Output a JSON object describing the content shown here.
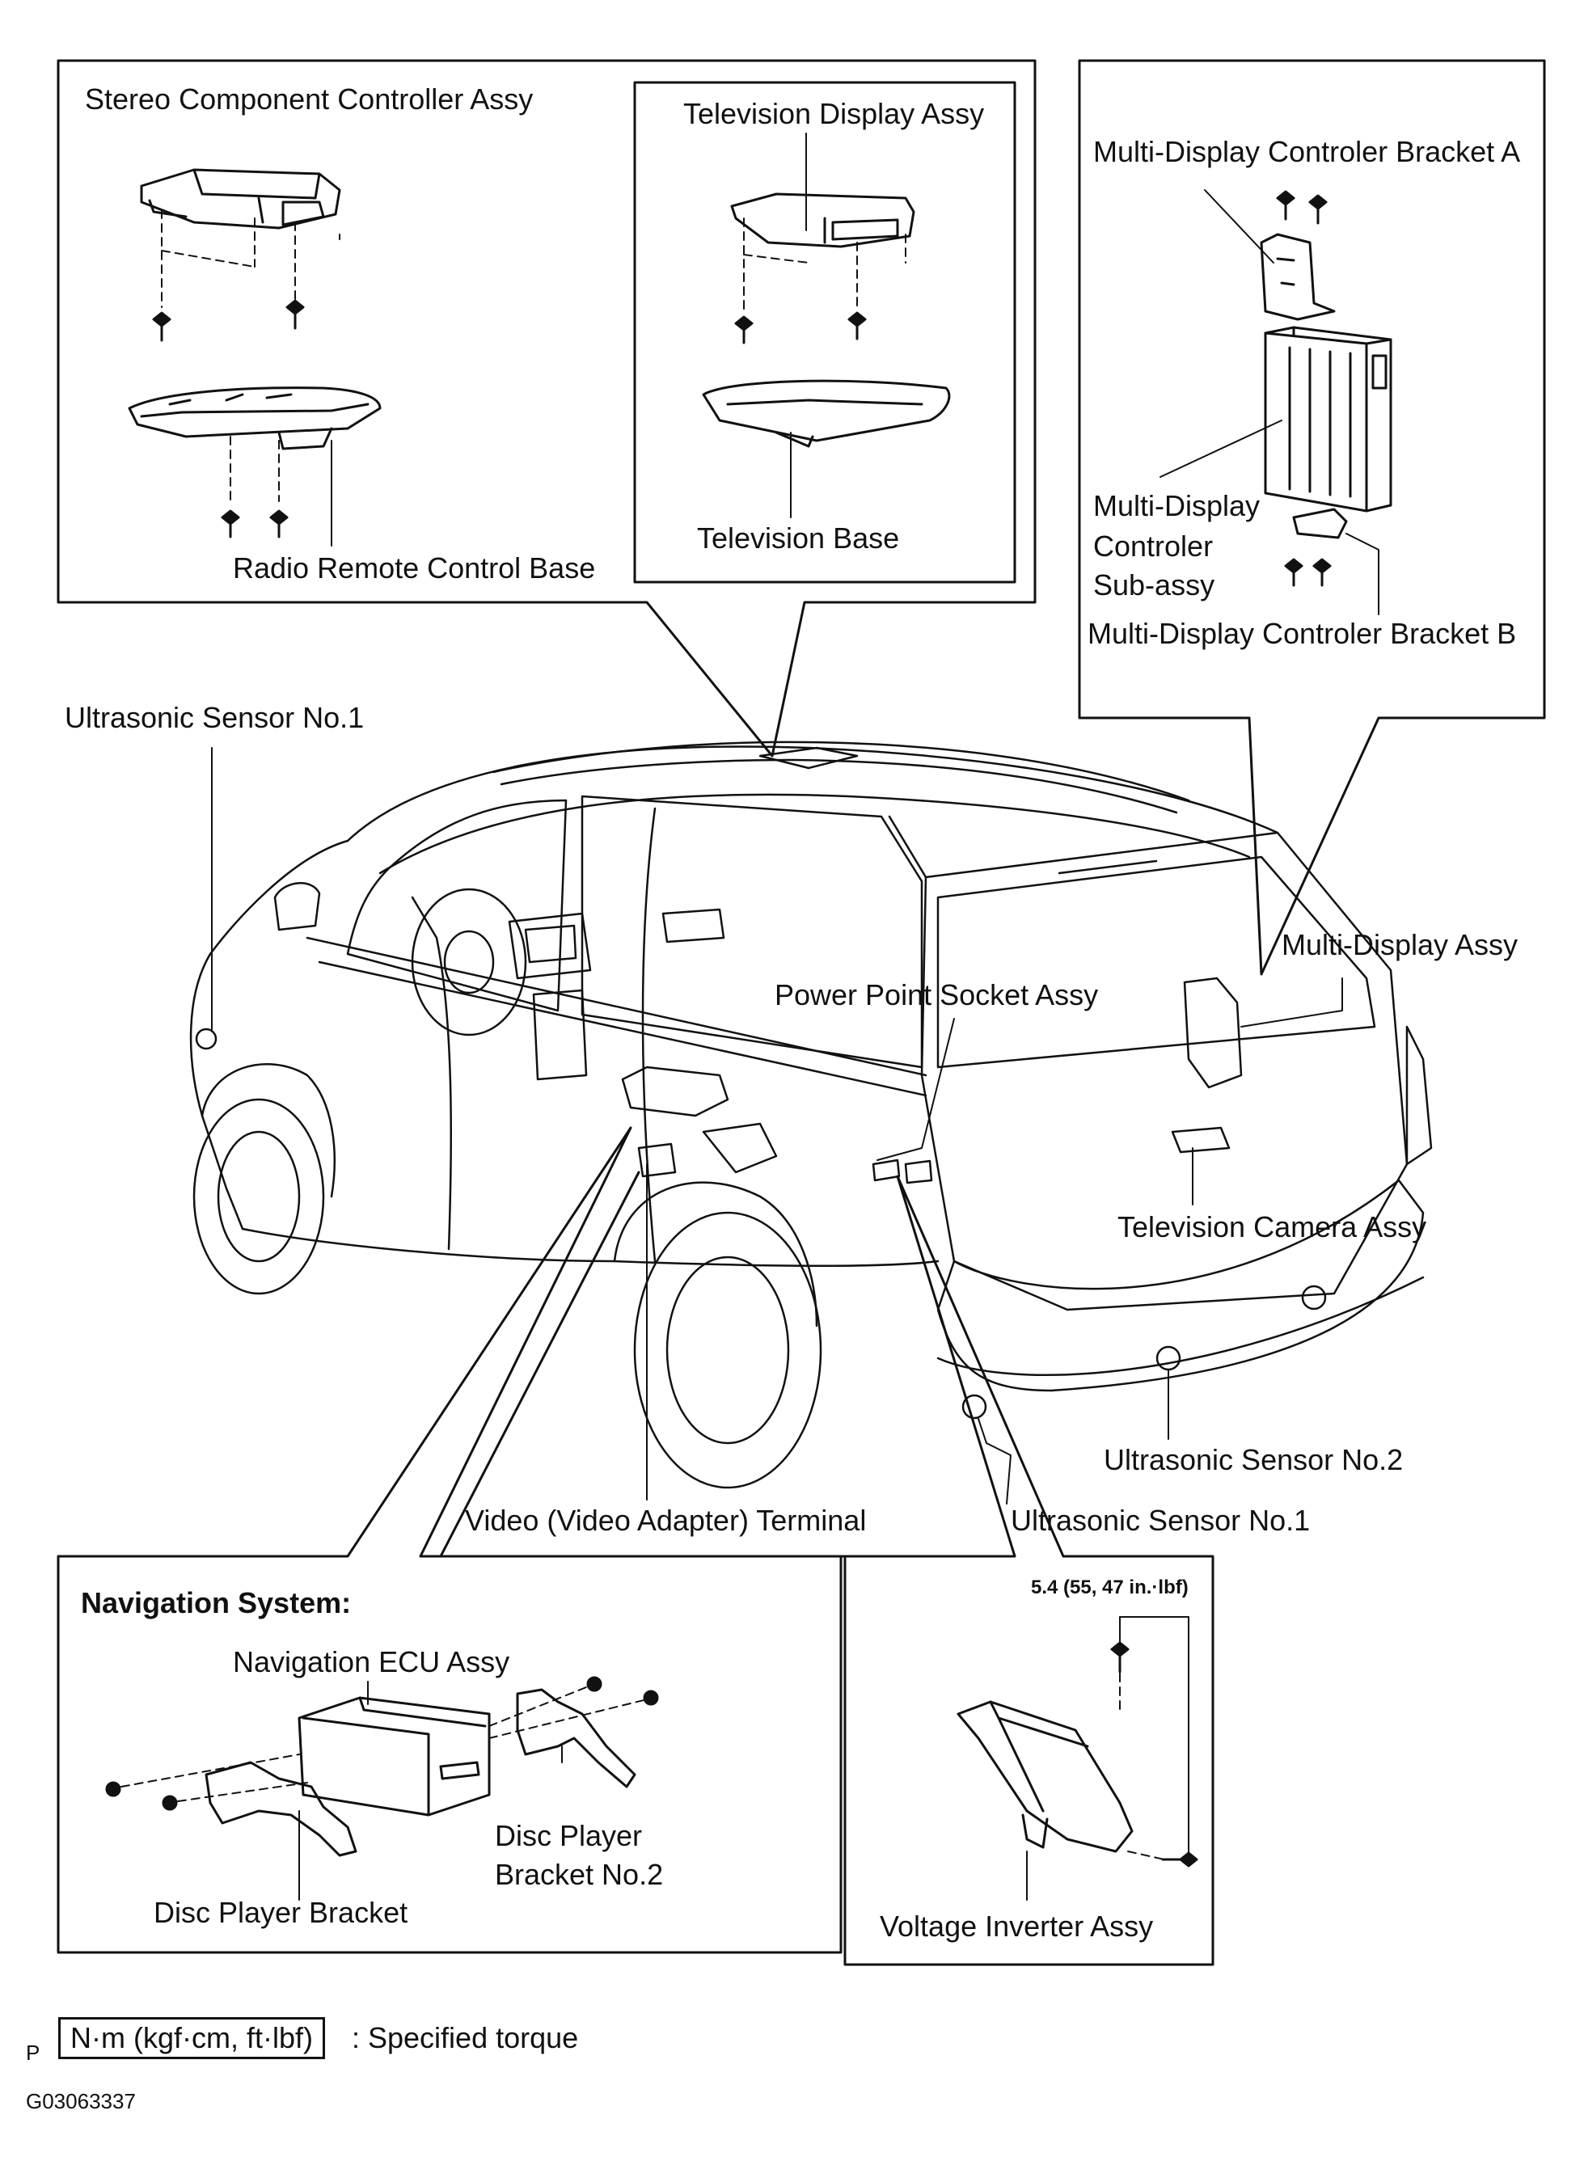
{
  "labels": {
    "stereo_controller": "Stereo Component  Controller Assy",
    "radio_remote_base": "Radio Remote Control Base",
    "tv_display": "Television Display Assy",
    "tv_base": "Television Base",
    "md_bracket_a": "Multi-Display  Controler Bracket A",
    "md_controller_1": "Multi-Display",
    "md_controller_2": "Controler",
    "md_controller_3": "Sub-assy",
    "md_bracket_b": "Multi-Display Controler Bracket B",
    "ultrasonic_1_left": "Ultrasonic Sensor No.1",
    "md_assy": "Multi-Display  Assy",
    "power_point": "Power Point Socket Assy",
    "tv_camera": "Television Camera Assy",
    "ultrasonic_2": "Ultrasonic Sensor No.2",
    "ultrasonic_1_rear": "Ultrasonic Sensor No.1",
    "video_terminal": "Video (Video Adapter) Terminal",
    "nav_system": "Navigation System:",
    "nav_ecu": "Navigation ECU Assy",
    "disc_bracket_no2_1": "Disc Player",
    "disc_bracket_no2_2": "Bracket No.2",
    "disc_bracket": "Disc Player Bracket",
    "torque_value": "5.4 (55, 47 in.·lbf)",
    "voltage_inverter": "Voltage Inverter Assy"
  },
  "legend": {
    "unit": "N·m (kgf·cm, ft·lbf)",
    "meaning": ": Specified torque",
    "marker": "P"
  },
  "figure_id": "G03063337"
}
